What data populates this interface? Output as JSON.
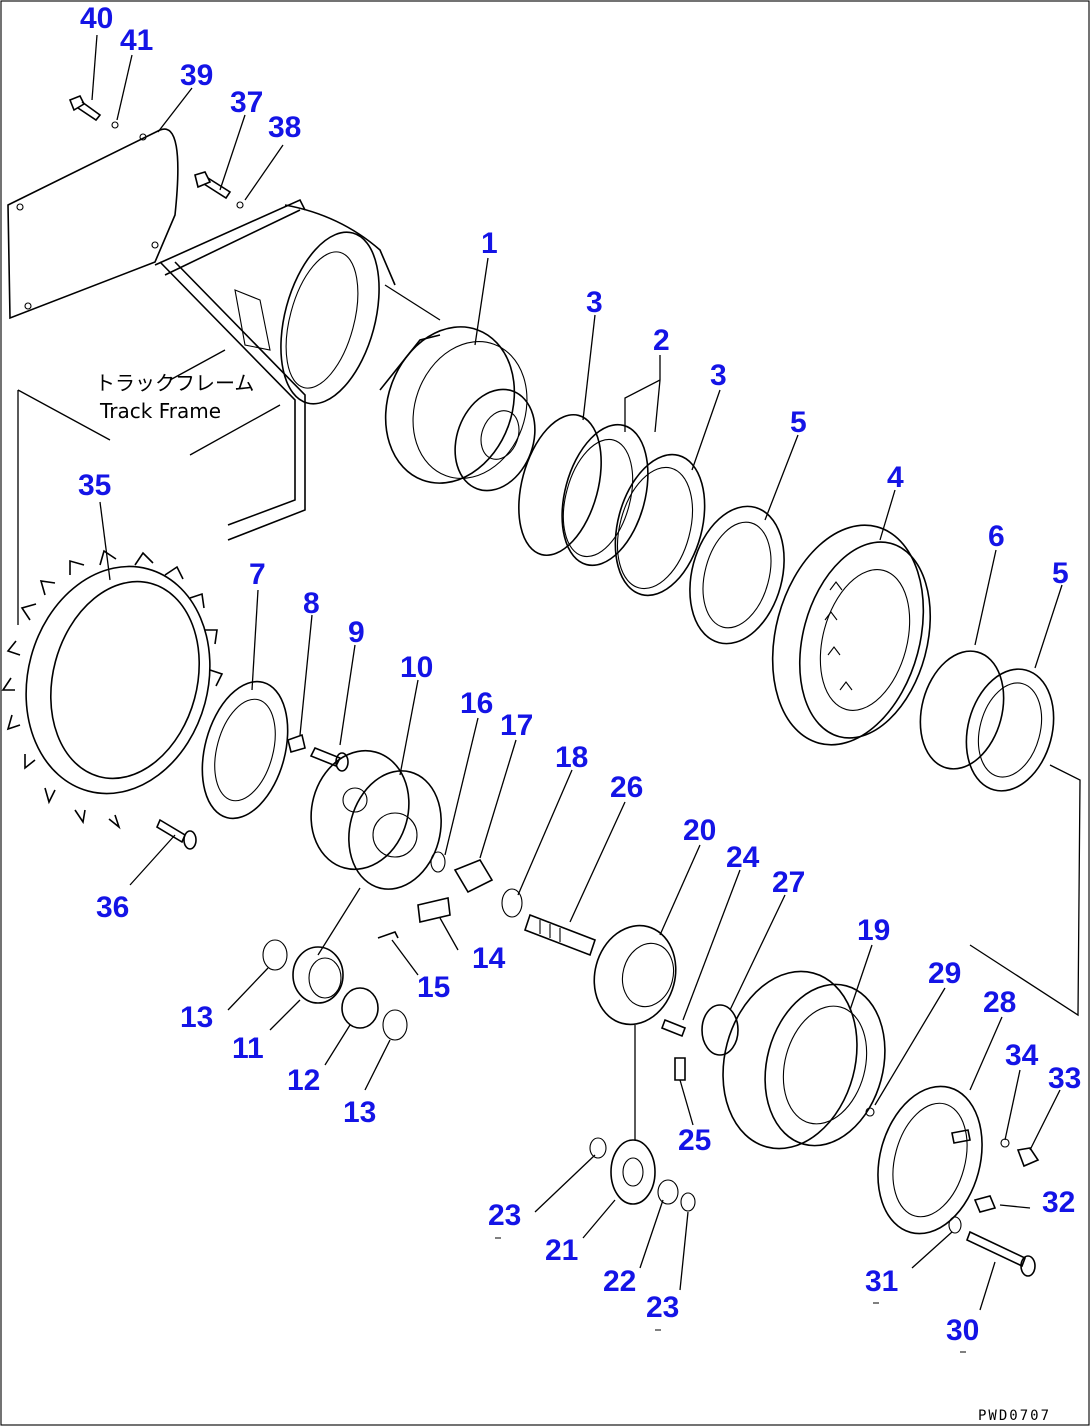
{
  "diagram": {
    "frame_label_jp": "トラックフレーム",
    "frame_label_en": "Track Frame",
    "drawing_code": "PWD0707",
    "callouts": [
      "40",
      "41",
      "39",
      "37",
      "38",
      "1",
      "3",
      "2",
      "3",
      "5",
      "4",
      "6",
      "5",
      "35",
      "7",
      "8",
      "9",
      "10",
      "16",
      "17",
      "18",
      "26",
      "20",
      "24",
      "27",
      "19",
      "29",
      "28",
      "34",
      "33",
      "36",
      "13",
      "14",
      "11",
      "15",
      "12",
      "13",
      "25",
      "23",
      "32",
      "21",
      "22",
      "23",
      "31",
      "30"
    ]
  }
}
